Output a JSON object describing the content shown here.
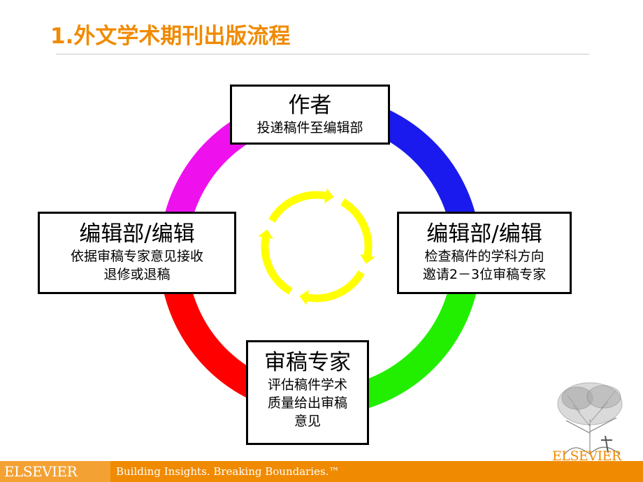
{
  "title": "1.外文学术期刊出版流程",
  "nodes": {
    "author": {
      "head": "作者",
      "body": "投递稿件至编辑部"
    },
    "editor_check": {
      "head": "编辑部/编辑",
      "body": "检查稿件的学科方向\n邀请2－3位审稿专家"
    },
    "reviewer": {
      "head": "审稿专家",
      "body": "评估稿件学术\n质量给出审稿\n意见"
    },
    "editor_decide": {
      "head": "编辑部/编辑",
      "body": "依据审稿专家意见接收\n退修或退稿"
    }
  },
  "ring_colors": {
    "author_to_editor": "#1a1aee",
    "editor_to_reviewer": "#22ee00",
    "reviewer_to_editor": "#ff0000",
    "editor_to_author": "#ee11ee",
    "inner_cycle": "#ffff00",
    "accent": "#f08a00"
  },
  "footer": {
    "logo_text": "ELSEVIER",
    "slogan": "Building Insights. Breaking Boundaries.™",
    "corner_logo_text": "ELSEVIER"
  }
}
